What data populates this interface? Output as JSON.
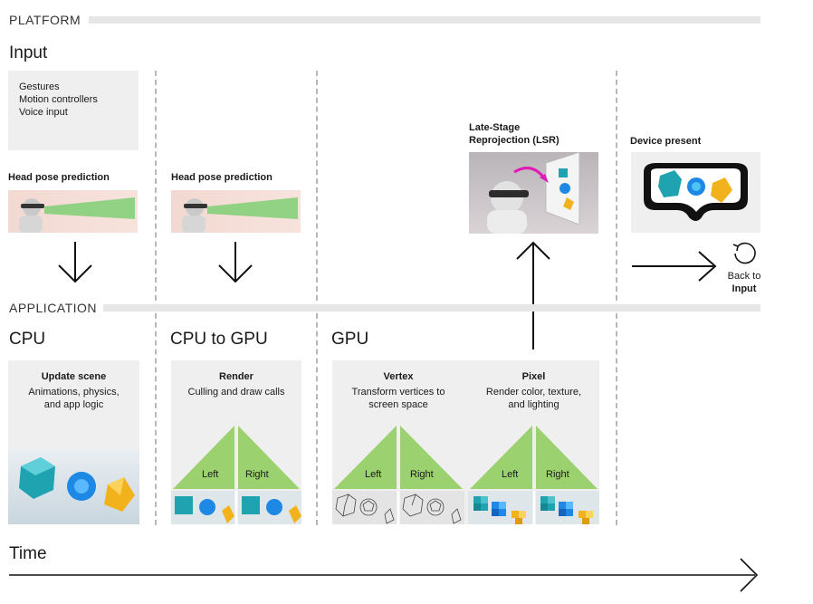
{
  "platform": {
    "section_label": "PLATFORM",
    "input_title": "Input",
    "input_items": [
      "Gestures",
      "Motion controllers",
      "Voice input"
    ],
    "head_pose_1": "Head pose prediction",
    "head_pose_2": "Head pose prediction",
    "lsr_line1": "Late-Stage",
    "lsr_line2": "Reprojection (LSR)",
    "device_present": "Device present",
    "back_to": "Back to",
    "back_target": "Input"
  },
  "application": {
    "section_label": "APPLICATION",
    "cpu_title": "CPU",
    "cpu_to_gpu_title": "CPU to GPU",
    "gpu_title": "GPU",
    "update_scene": {
      "title": "Update scene",
      "line1": "Animations, physics,",
      "line2": "and app logic"
    },
    "render": {
      "title": "Render",
      "line1": "Culling and draw calls"
    },
    "vertex": {
      "title": "Vertex",
      "line1": "Transform vertices to",
      "line2": "screen space"
    },
    "pixel": {
      "title": "Pixel",
      "line1": "Render color, texture,",
      "line2": "and lighting"
    },
    "eye_labels": {
      "left": "Left",
      "right": "Right"
    }
  },
  "time_label": "Time",
  "colors": {
    "rule": "#e6e6e6",
    "box": "#efefef",
    "triangle": "#9bd16f",
    "cube": "#1fa3b0",
    "sphere": "#1e88e5",
    "gem": "#f2b21c",
    "magenta": "#e11bb5"
  }
}
